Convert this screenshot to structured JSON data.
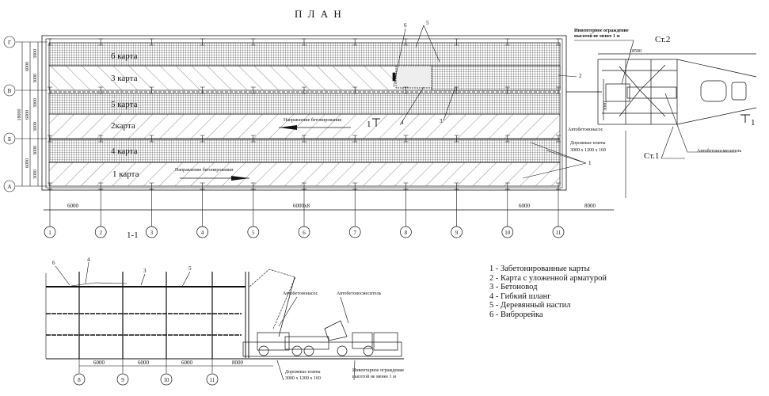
{
  "plan": {
    "title": "П Л А Н",
    "row_axes": [
      "Г",
      "В",
      "Б",
      "А"
    ],
    "column_axes": [
      "1",
      "2",
      "3",
      "4",
      "5",
      "6",
      "7",
      "8",
      "9",
      "10",
      "11"
    ],
    "left_dims": {
      "outer": "18000",
      "pair_1": "6000",
      "pair_2": "6000",
      "pair_3": "6000",
      "strip": "3000"
    },
    "bottom_dims": {
      "first": "6000",
      "middle": "6000х8",
      "last": "6000",
      "extra": "8000"
    },
    "maps": [
      "6 карта",
      "3 карта",
      "5 карта",
      "2карта",
      "4 карта",
      "1 карта"
    ],
    "direction_label": "Направление бетонирования",
    "section_mark": "1",
    "callouts": [
      "1",
      "2",
      "3",
      "4",
      "5",
      "6"
    ],
    "fence_label": "Инвентерное ограждение высотой не менее 1 м",
    "st2": "Ст.2",
    "st1": "Ст.1",
    "width_dim": "18500",
    "height_dim": "3000",
    "pump_label": "Автобетононасос",
    "plates_label": "Дорожные плиты",
    "plates_size": "3000 х 1200 х 160",
    "mixer_label": "Автобетоносмеситель"
  },
  "section": {
    "title": "1-1",
    "column_axes": [
      "8",
      "9",
      "10",
      "11"
    ],
    "dims": [
      "6000",
      "6000",
      "6000",
      "8000"
    ],
    "callouts": [
      "6",
      "4",
      "3",
      "5"
    ],
    "pump_label": "Автобетононасос",
    "mixer_label": "Автобетоносмеситель",
    "plates_label": "Дорожные плиты",
    "plates_size": "3000 х 1200 х 160",
    "fence_label_1": "Инвентарное ограждение",
    "fence_label_2": "высотой не менее 1 м"
  },
  "legend": [
    "1 - Забетонированные карты",
    "2 - Карта с уложенной арматурой",
    "3 - Бетоновод",
    "4 - Гибкий шланг",
    "5 - Деревянный настил",
    "6 - Виброрейка"
  ]
}
